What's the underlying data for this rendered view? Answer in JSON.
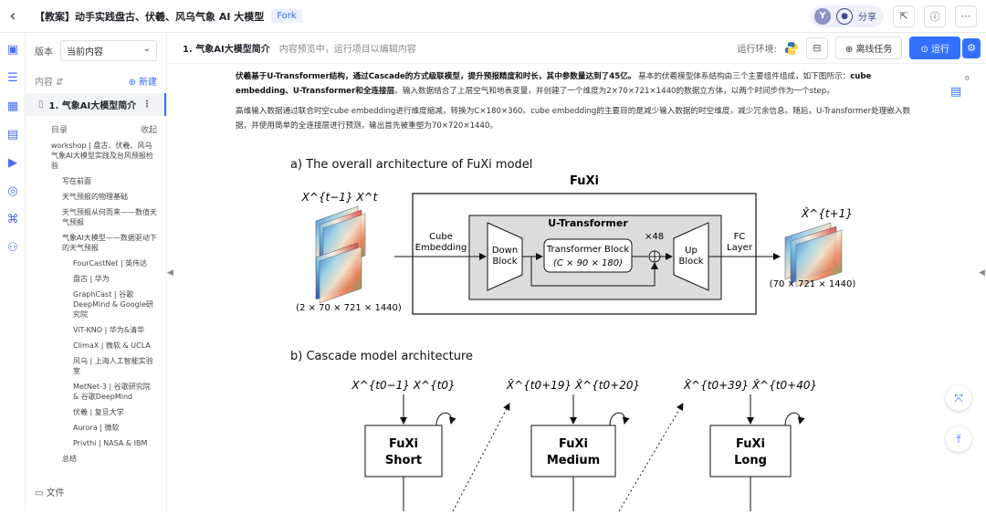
{
  "topbar": {
    "back_icon": "chevron-left-icon",
    "title": "【教案】动手实践盘古、伏羲、风乌气象 AI 大模型",
    "fork": "Fork",
    "avatar_initial": "Y",
    "share": "分享"
  },
  "sidebar": {
    "version_label": "版本",
    "version_value": "当前内容",
    "content_label": "内容",
    "new_label": "新建",
    "doc_title": "1. 气象AI大模型简介",
    "toc_label": "目录",
    "collapse_label": "收起",
    "toc": [
      {
        "text": "workshop | 盘古、伏羲、风乌气象AI大模型实践及台风预报检验",
        "level": 0
      },
      {
        "text": "写在前面",
        "level": 1
      },
      {
        "text": "天气预报的物理基础",
        "level": 1
      },
      {
        "text": "天气预报从何而来——数值天气预报",
        "level": 1
      },
      {
        "text": "气象AI大模型——数据驱动下的天气预报",
        "level": 1
      },
      {
        "text": "FourCastNet | 英伟达",
        "level": 2
      },
      {
        "text": "盘古 | 华为",
        "level": 2
      },
      {
        "text": "GraphCast | 谷歌DeepMind & Google研究院",
        "level": 2
      },
      {
        "text": "ViT-KNO | 华为&清华",
        "level": 2
      },
      {
        "text": "ClimaX | 微软 & UCLA",
        "level": 2
      },
      {
        "text": "风乌 | 上海人工智能实验室",
        "level": 2
      },
      {
        "text": "MetNet-3 | 谷歌研究院 & 谷歌DeepMind",
        "level": 2
      },
      {
        "text": "伏羲 | 复旦大学",
        "level": 2
      },
      {
        "text": "Aurora | 微软",
        "level": 2
      },
      {
        "text": "Privthi | NASA & IBM",
        "level": 2
      },
      {
        "text": "总结",
        "level": 1
      }
    ],
    "files_label": "文件"
  },
  "main": {
    "page_title": "1. 气象AI大模型简介",
    "hint": "内容预览中，运行项目以编辑内容",
    "env_label": "运行环境:",
    "offline_label": "离线任务",
    "run_label": "运行",
    "para1_bold1": "伏羲基于U-Transformer结构，通过Cascade的方式级联模型，提升预报精度和时长，其中参数量达到了45亿。",
    "para1_text1": "基本的伏羲模型体系结构由三个主要组件组成，如下图所示：",
    "para1_bold2": "cube embedding、U-Transformer和全连接层",
    "para1_text2": "。输入数据结合了上层空气和地表变量，并创建了一个维度为2×70×721×1440的数据立方体，以两个时间步作为一个step。",
    "para2": "高维输入数据通过联合时空cube embedding进行维度缩减，转换为C×180×360。cube embedding的主要目的是减少输入数据的时空维度，减少冗余信息。随后，U-Transformer处理嵌入数据，并使用简单的全连接层进行预测，输出首先被重塑为70×720×1440。",
    "comment_count": "0"
  },
  "figure": {
    "title_a": "a) The overall architecture of FuXi model",
    "fuxi": "FuXi",
    "u_transformer": "U-Transformer",
    "cube_embedding_1": "Cube",
    "cube_embedding_2": "Embedding",
    "down_block_1": "Down",
    "down_block_2": "Block",
    "transformer_block": "Transformer Block",
    "transformer_dims": "(C × 90 × 180)",
    "times48": "×48",
    "up_block_1": "Up",
    "up_block_2": "Block",
    "fc_layer_1": "FC",
    "fc_layer_2": "Layer",
    "input_label": "X^{t−1} X^t",
    "input_dims": "(2 × 70 × 721 × 1440)",
    "output_label": "X̂^{t+1}",
    "output_dims": "(70 × 721 × 1440)",
    "title_b": "b) Cascade model architecture",
    "cascade_inputs": [
      "X^{t0−1} X^{t0}",
      "X̂^{t0+19} X̂^{t0+20}",
      "X̂^{t0+39} X̂^{t0+40}"
    ],
    "short_1": "FuXi",
    "short_2": "Short",
    "medium_1": "FuXi",
    "medium_2": "Medium",
    "long_1": "FuXi",
    "long_2": "Long"
  }
}
